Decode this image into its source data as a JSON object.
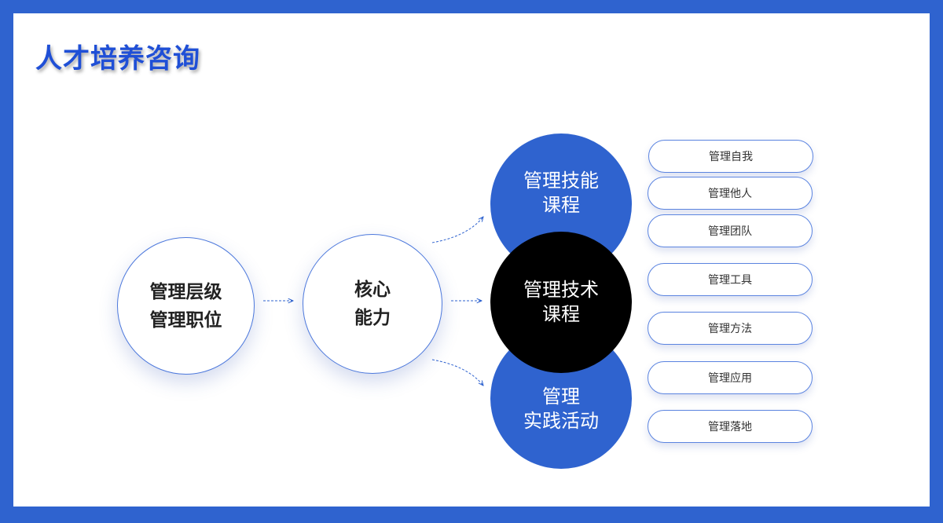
{
  "title": "人才培养咨询",
  "left_circle": {
    "line1": "管理层级",
    "line2": "管理职位"
  },
  "middle_circle": {
    "line1": "核心",
    "line2": "能力"
  },
  "blue_top": {
    "line1": "管理技能",
    "line2": "课程"
  },
  "black_center": {
    "line1": "管理技术",
    "line2": "课程"
  },
  "blue_bottom": {
    "line1": "管理",
    "line2": "实践活动"
  },
  "pills": [
    "管理自我",
    "管理他人",
    "管理团队",
    "管理工具",
    "管理方法",
    "管理应用",
    "管理落地"
  ],
  "colors": {
    "frame": "#2f63cf",
    "title": "#1f4fd6",
    "accent_blue": "#2f63cf",
    "center": "#000000"
  }
}
